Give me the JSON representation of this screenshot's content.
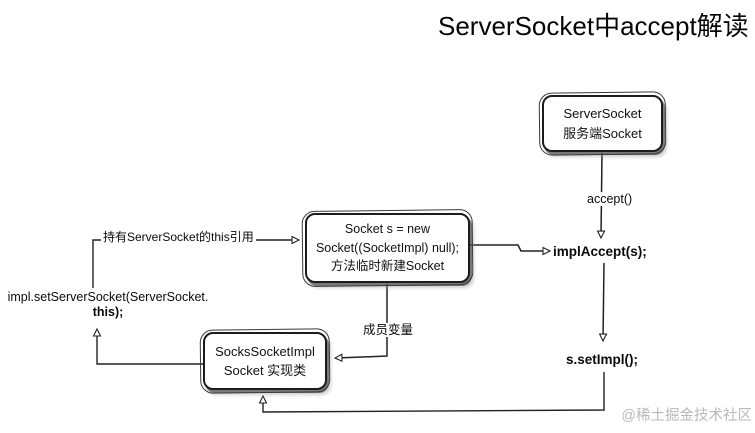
{
  "title": "ServerSocket中accept解读",
  "watermark": "@稀土掘金技术社区",
  "nodes": {
    "server_socket": {
      "label": "ServerSocket\n服务端Socket"
    },
    "new_socket": {
      "label": "Socket s = new\nSocket((SocketImpl) null);\n方法临时新建Socket"
    },
    "socks_impl": {
      "label": "SocksSocketImpl\nSocket 实现类"
    }
  },
  "labels": {
    "accept_call": "accept()",
    "impl_accept_call": "implAccept(s);",
    "set_impl_call": "s.setImpl();",
    "set_server_line1": "impl.setServerSocket(ServerSocket.",
    "set_server_line2": "this);",
    "this_reference": "持有ServerSocket的this引用",
    "member_variable": "成员变量"
  },
  "colors": {
    "line": "#222222",
    "box_border": "#1c1c1c",
    "text": "#0a0a0a",
    "watermark": "#b9b9b9",
    "background": "#ffffff"
  }
}
